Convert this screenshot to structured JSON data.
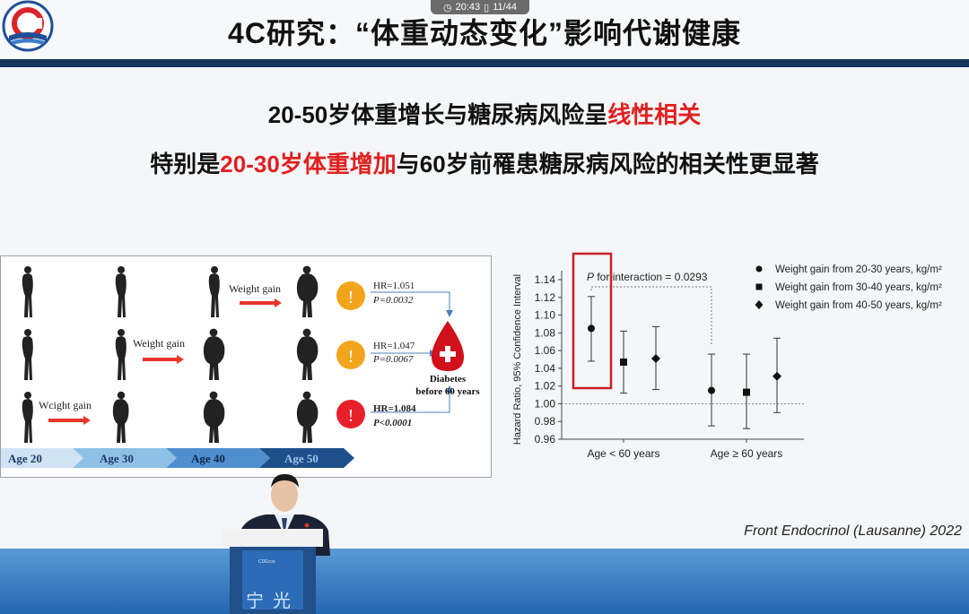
{
  "status_bar": {
    "time": "20:43",
    "page": "11/44"
  },
  "slide": {
    "title": "4C研究：“体重动态变化”影响代谢健康",
    "subtitle1_plain": "20-50岁体重增长与糖尿病风险呈",
    "subtitle1_highlight": "线性相关",
    "subtitle2_prefix": "特别是",
    "subtitle2_highlight": "20-30岁体重增加",
    "subtitle2_suffix": "与60岁前罹患糖尿病风险的相关性更显著",
    "citation": "Front Endocrinol (Lausanne) 2022"
  },
  "diagram": {
    "ages": [
      "Age 20",
      "Age 30",
      "Age 40",
      "Age 50"
    ],
    "rows": [
      {
        "gain_label": "Weight gain",
        "hr": "HR=1.051",
        "p": "P=0.0032",
        "alert_color": "#f2a51c"
      },
      {
        "gain_label": "Weight gain",
        "hr": "HR=1.047",
        "p": "P=0.0067",
        "alert_color": "#f2a51c"
      },
      {
        "gain_label": "Wcight gain",
        "hr": "HR=1.084",
        "p": "P<0.0001",
        "alert_color": "#e8202a"
      }
    ],
    "outcome_line1": "Diabetes",
    "outcome_line2": "before 60 years",
    "colors": {
      "arrow": "#e8352b",
      "figure": "#222222",
      "blood": "#d0101a"
    }
  },
  "chart_data": {
    "type": "scatter",
    "ylabel": "Hazard Ratio, 95% Confidence Interval",
    "ylim": [
      0.96,
      1.14
    ],
    "yticks": [
      "1.14",
      "1.12",
      "1.10",
      "1.08",
      "1.06",
      "1.04",
      "1.02",
      "1.00",
      "0.98",
      "0.96"
    ],
    "categories": [
      "Age < 60 years",
      "Age ≥ 60 years"
    ],
    "annotation_italic": "P",
    "annotation": " for interaction = 0.0293",
    "reference_line": 1.0,
    "series": [
      {
        "name": "Weight gain from 20-30 years, kg/m²",
        "marker": "circle",
        "values": [
          1.085,
          1.015
        ],
        "ci": [
          [
            1.048,
            1.121
          ],
          [
            0.975,
            1.056
          ]
        ]
      },
      {
        "name": "Weight gain from 30-40 years, kg/m²",
        "marker": "square",
        "values": [
          1.047,
          1.013
        ],
        "ci": [
          [
            1.012,
            1.082
          ],
          [
            0.972,
            1.056
          ]
        ]
      },
      {
        "name": "Weight gain from 40-50 years, kg/m²",
        "marker": "diamond",
        "values": [
          1.051,
          1.031
        ],
        "ci": [
          [
            1.016,
            1.087
          ],
          [
            0.99,
            1.074
          ]
        ]
      }
    ],
    "highlight_box_color": "#c8202a"
  },
  "podium": {
    "sign_text": "宁光",
    "small_text": "CDEcon"
  }
}
